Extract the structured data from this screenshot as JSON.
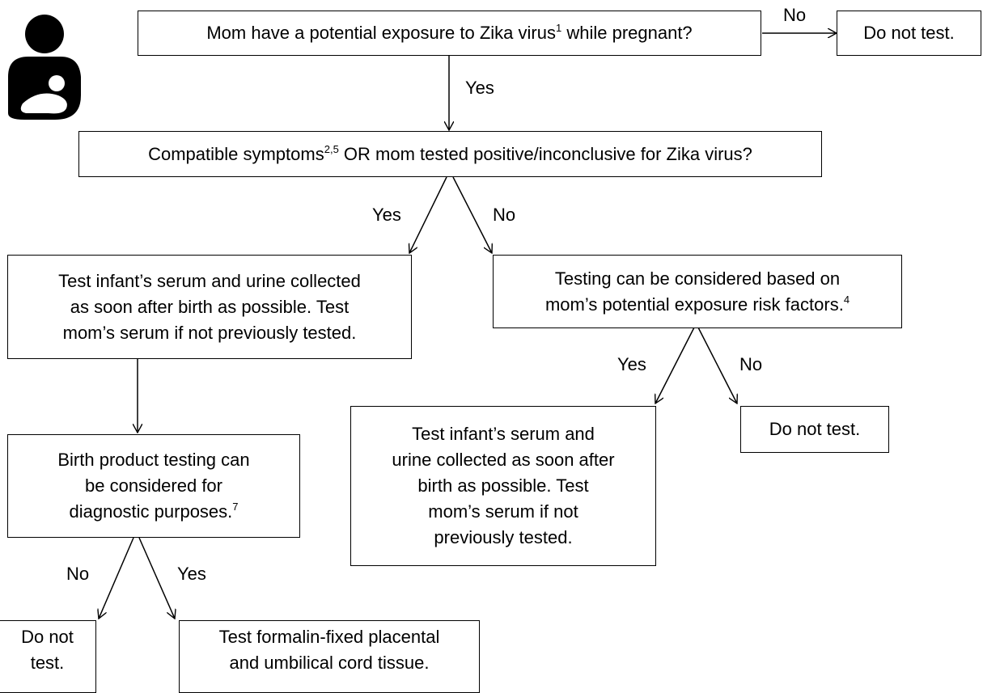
{
  "icon": "breastfeeding-mother-icon",
  "nodes": {
    "q1": {
      "text": "Mom have a potential exposure to Zika virus",
      "sup": "1",
      "text_after": " while pregnant?"
    },
    "q1_no_result": {
      "text": "Do not test."
    },
    "q2": {
      "text": "Compatible symptoms",
      "sup": "2,5",
      "text_after": " OR mom tested positive/inconclusive for Zika virus?"
    },
    "yes_test": {
      "lines": [
        "Test infant’s serum and urine collected",
        "as soon after birth as possible.  Test",
        "mom’s serum if not previously tested."
      ]
    },
    "consider": {
      "line1": "Testing can be considered based on",
      "line2": "mom’s potential exposure risk factors.",
      "sup": "4"
    },
    "consider_yes_test": {
      "lines": [
        "Test infant’s serum and",
        "urine collected as soon after",
        "birth as possible.  Test",
        "mom’s serum if not",
        "previously tested."
      ]
    },
    "consider_no_result": {
      "text": "Do not test."
    },
    "birth_product": {
      "lines": [
        "Birth product testing can",
        "be considered for"
      ],
      "line3": "diagnostic purposes.",
      "sup": "7"
    },
    "birth_no_result": {
      "lines": [
        "Do not",
        "test."
      ]
    },
    "birth_yes_result": {
      "lines": [
        "Test formalin-fixed placental",
        "and umbilical cord tissue."
      ]
    }
  },
  "edge_labels": {
    "q1_no": "No",
    "q1_yes": "Yes",
    "q2_yes": "Yes",
    "q2_no": "No",
    "consider_yes": "Yes",
    "consider_no": "No",
    "birth_no": "No",
    "birth_yes": "Yes"
  }
}
